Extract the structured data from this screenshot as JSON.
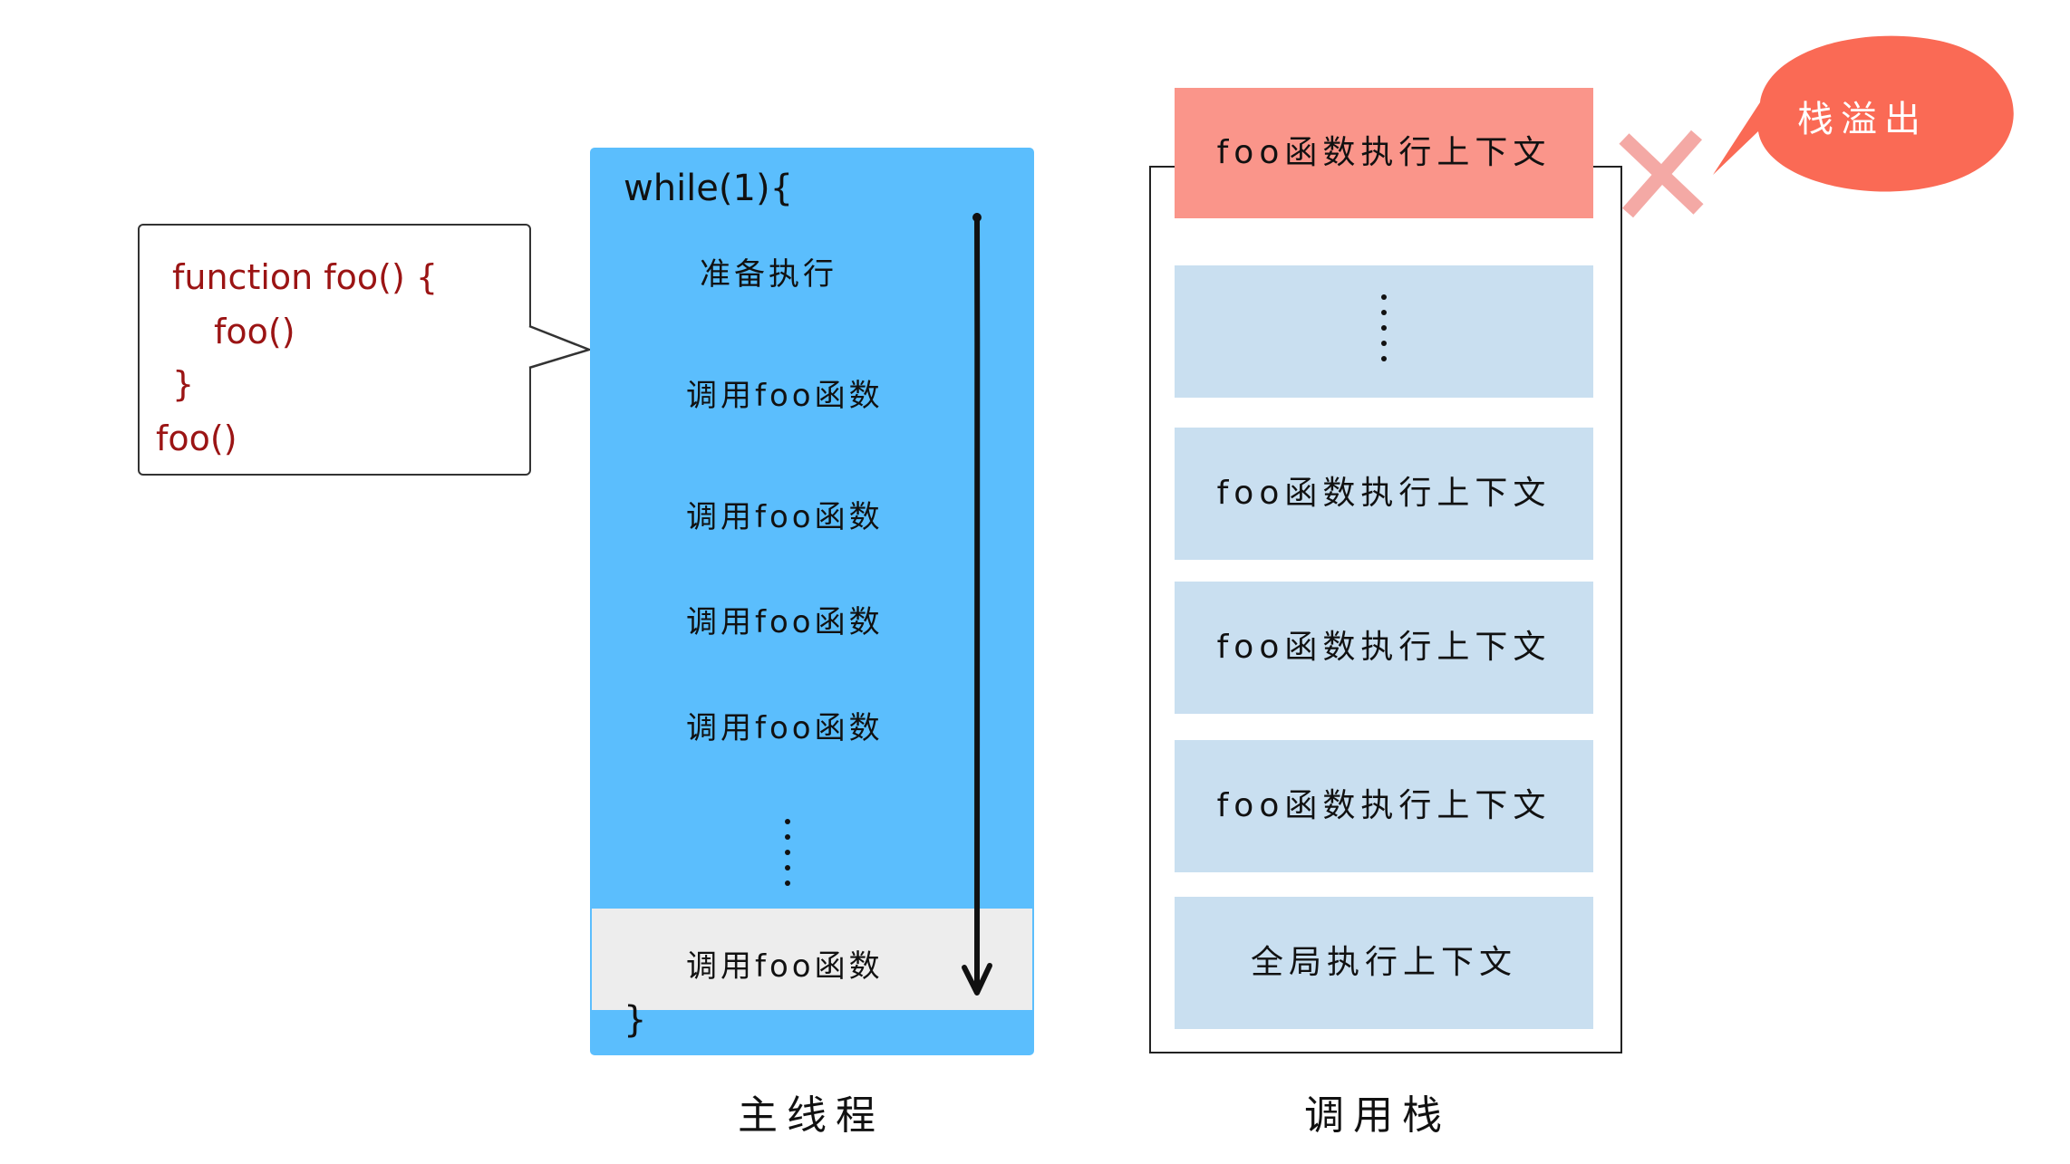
{
  "code": {
    "lines": [
      "function foo() {",
      "foo()",
      "}",
      "foo()"
    ],
    "text_color": "#9b1414"
  },
  "main_thread": {
    "loop_open": "while(1){",
    "steps": [
      "准备执行",
      "调用foo函数",
      "调用foo函数",
      "调用foo函数",
      "调用foo函数"
    ],
    "current_step": "调用foo函数",
    "loop_close": "}",
    "caption": "主线程",
    "color": "#5bbefd",
    "highlight_color": "#ededed"
  },
  "call_stack": {
    "overflow_frame": "foo函数执行上下文",
    "frames": [
      "foo函数执行上下文",
      "foo函数执行上下文",
      "foo函数执行上下文"
    ],
    "global_frame": "全局执行上下文",
    "caption": "调用栈",
    "frame_color": "#c9dff0",
    "overflow_color": "#fa958a"
  },
  "overflow": {
    "label": "栈溢出",
    "bubble_color": "#fa6a55",
    "cross_color": "#f4a9a5",
    "icon": "cross-icon"
  }
}
